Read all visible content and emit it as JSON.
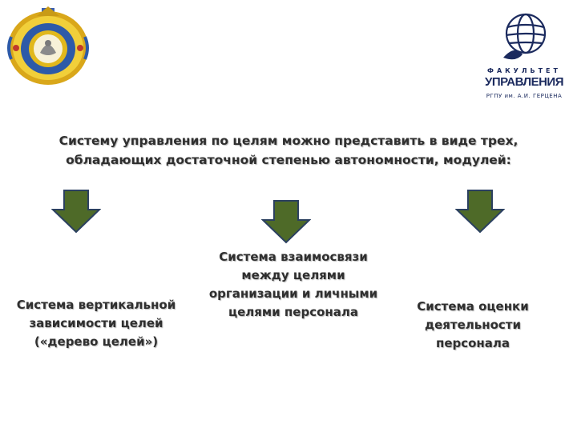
{
  "slide": {
    "heading": "Систему управления по целям можно представить в виде трех, обладающих достаточной степенью автономности, модулей:",
    "modules": [
      {
        "label": "Система вертикальной зависимости целей («дерево целей»)"
      },
      {
        "label": "Система взаимосвязи между целями организации и личными целями персонала"
      },
      {
        "label": "Система оценки деятельности персонала"
      }
    ]
  },
  "logo": {
    "faculty": "ФАКУЛЬТЕТ",
    "title": "УПРАВЛЕНИЯ",
    "subtitle": "РГПУ им. А.И. ГЕРЦЕНА"
  },
  "colors": {
    "arrow_fill": "#4e6a28",
    "arrow_stroke": "#2b4060",
    "text": "#2f2f2f",
    "brand_blue": "#1b2a5e",
    "emblem_blue": "#2d5aa8",
    "emblem_gold": "#e1b81c"
  },
  "icons": [
    "emblem-icon",
    "globe-icon",
    "down-arrow-icon"
  ]
}
